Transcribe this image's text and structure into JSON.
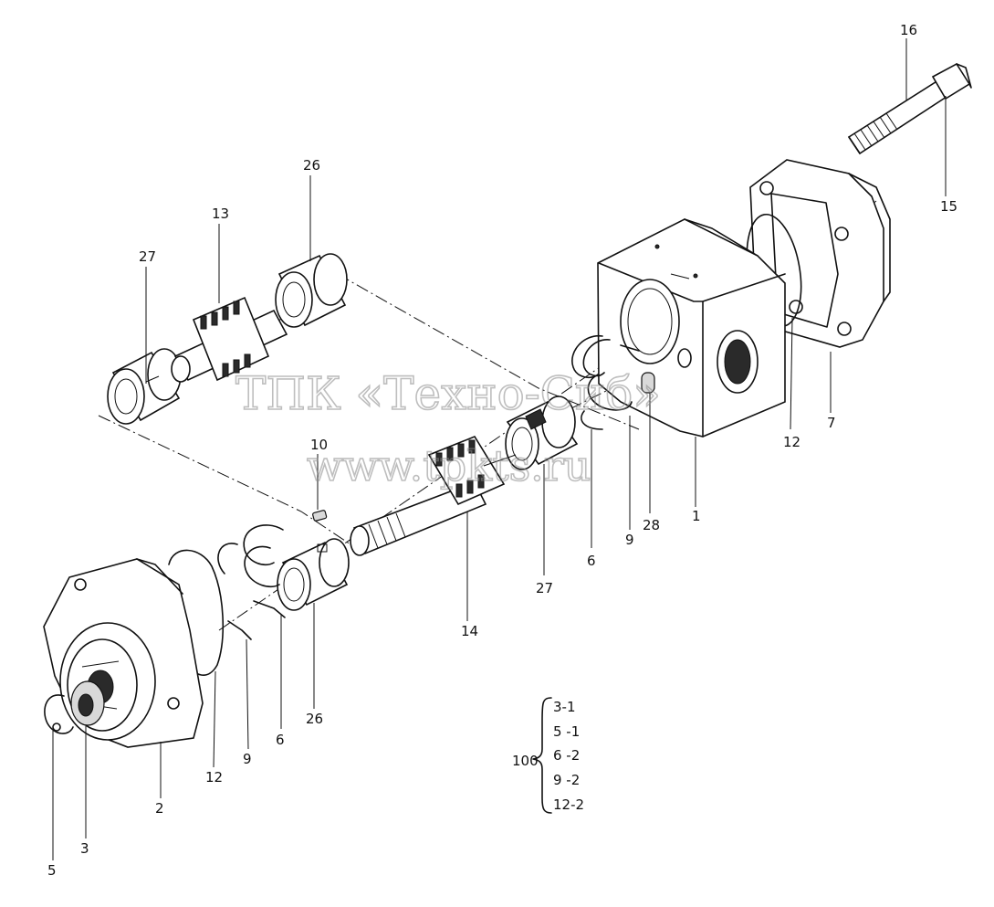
{
  "watermark": {
    "company": "ТПК «Техно-Сиб»",
    "site": "www.tpkts.ru"
  },
  "callouts": {
    "c16": "16",
    "c15": "15",
    "c26_top": "26",
    "c13": "13",
    "c27_left": "27",
    "c7": "7",
    "c12_right": "12",
    "c10": "10",
    "c28": "28",
    "c9_right": "9",
    "c6_right": "6",
    "c27_mid": "27",
    "c1": "1",
    "c14": "14",
    "c26_bottom": "26",
    "c6_left": "6",
    "c9_left": "9",
    "c12_left": "12",
    "c2": "2",
    "c3": "3",
    "c5": "5"
  },
  "kit": {
    "number": "100",
    "items": [
      "3-1",
      "5 -1",
      "6 -2",
      "9 -2",
      "12-2"
    ]
  }
}
